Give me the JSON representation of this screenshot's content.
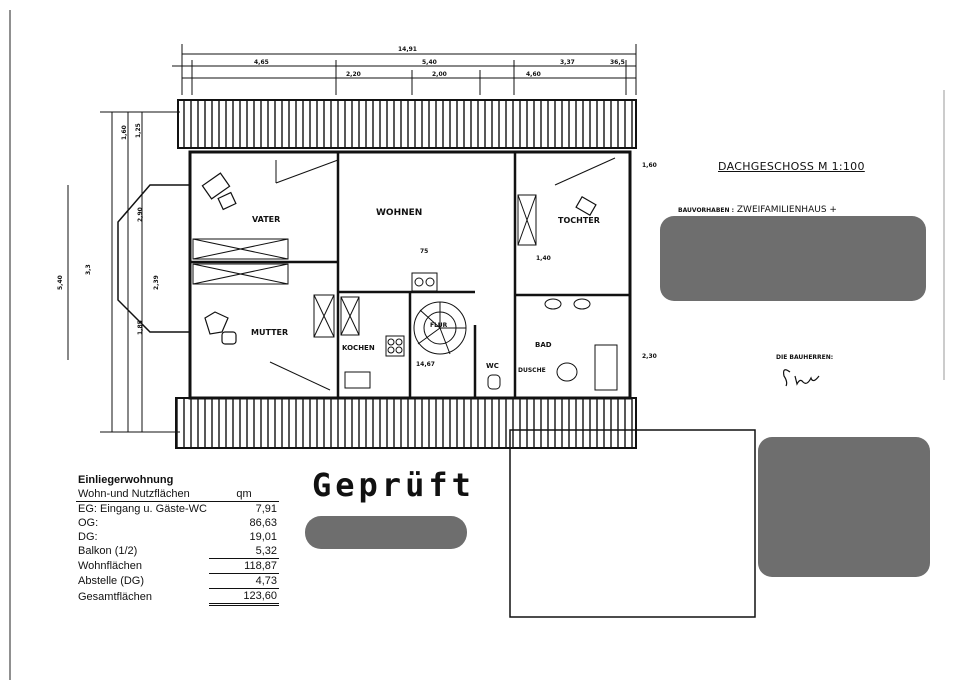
{
  "plan": {
    "title": "DACHGESCHOSS   M 1:100",
    "project_label": "BAUVORHABEN :",
    "project_value": "ZWEIFAMILIENHAUS +",
    "owners_label": "DIE BAUHERREN:",
    "stamp": "Geprüft",
    "rooms": {
      "vater": "VATER",
      "mutter": "MUTTER",
      "wohnen": "WOHNEN",
      "tochter": "TOCHTER",
      "kochen": "KOCHEN",
      "wc": "WC",
      "bad": "BAD",
      "dusche": "DUSCHE",
      "flur": "FLUR"
    },
    "dimensions": {
      "total_width": "14,91",
      "seg1": "4,65",
      "seg2": "5,40",
      "seg3": "3,37",
      "seg4": "36,5",
      "sub1": "2,20",
      "sub2": "2,00",
      "sub3": "4,60",
      "height_total": "5,40",
      "bay": "3,3",
      "left1": "1,60",
      "left2": "1,25",
      "left3": "2,90",
      "left4": "2,39",
      "left5": "1,85",
      "right1": "1,60",
      "right2": "2,30",
      "stair_w": "75",
      "tochter_w": "1,40",
      "area_flur": "14,67"
    }
  },
  "area_table": {
    "heading": "Einliegerwohnung",
    "subheading": "Wohn-und Nutzflächen",
    "unit": "qm",
    "rows": [
      {
        "label": "EG: Eingang u. Gäste-WC",
        "value": "7,91"
      },
      {
        "label": "OG:",
        "value": "86,63"
      },
      {
        "label": "DG:",
        "value": "19,01"
      },
      {
        "label": "Balkon (1/2)",
        "value": "5,32"
      },
      {
        "label": "Wohnflächen",
        "value": "118,87"
      },
      {
        "label": "Abstelle (DG)",
        "value": "4,73"
      },
      {
        "label": "Gesamtflächen",
        "value": "123,60"
      }
    ]
  },
  "colors": {
    "redaction": "#6e6e6e",
    "ink": "#111111"
  }
}
